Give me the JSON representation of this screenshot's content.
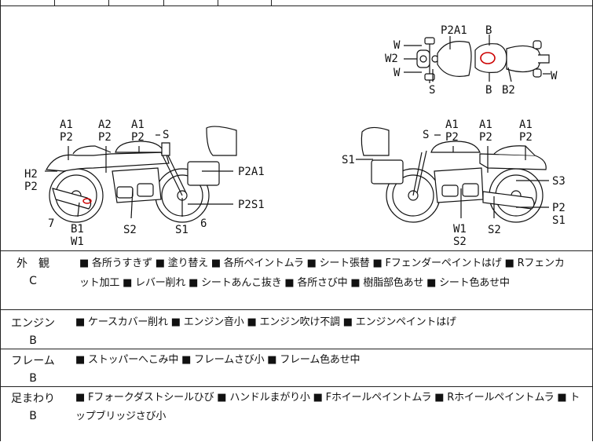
{
  "diagram": {
    "top_view_labels": [
      "W",
      "W2",
      "W",
      "P2A1",
      "B",
      "S",
      "B",
      "B2",
      "W"
    ],
    "left_view_labels": [
      "A1",
      "P2",
      "A2",
      "P2",
      "A1",
      "P2",
      "S",
      "H2",
      "P2",
      "P2A1",
      "P2S1",
      "7",
      "B1",
      "W1",
      "S2",
      "S1",
      "6"
    ],
    "right_view_labels": [
      "S",
      "A1",
      "P2",
      "A1",
      "P2",
      "A1",
      "P2",
      "S1",
      "S3",
      "P2",
      "S1",
      "W1",
      "S2",
      "S2"
    ]
  },
  "remarks": [
    {
      "category": "外　観",
      "grade": "C",
      "lines": [
        "■ 各所うすきず ■ 塗り替え ■ 各所ペイントムラ ■ シート張替 ■ Fフェンダーペイントはげ ■ Rフェンカ",
        "ット加工 ■ レバー削れ ■ シートあんこ抜き ■ 各所さび中 ■ 樹脂部色あせ ■ シート色あせ中"
      ]
    },
    {
      "category": "エンジン",
      "grade": "B",
      "lines": [
        "■ ケースカバー削れ ■ エンジン音小 ■ エンジン吹け不調 ■ エンジンペイントはげ"
      ]
    },
    {
      "category": "フレーム",
      "grade": "B",
      "lines": [
        "■ ストッパーへこみ中 ■ フレームさび小 ■ フレーム色あせ中"
      ]
    },
    {
      "category": "足まわり",
      "grade": "B",
      "lines": [
        "■ Fフォークダストシールひび ■ ハンドルまがり小 ■ Fホイールペイントムラ ■ Rホイールペイントムラ ■ ト",
        "ップブリッジさび小"
      ]
    }
  ]
}
